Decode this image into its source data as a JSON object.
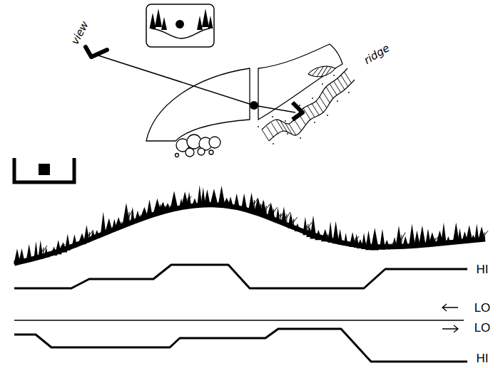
{
  "diagram": {
    "labels": [
      "view",
      "ridge",
      "HI",
      "LO",
      "LO",
      "HI"
    ]
  }
}
